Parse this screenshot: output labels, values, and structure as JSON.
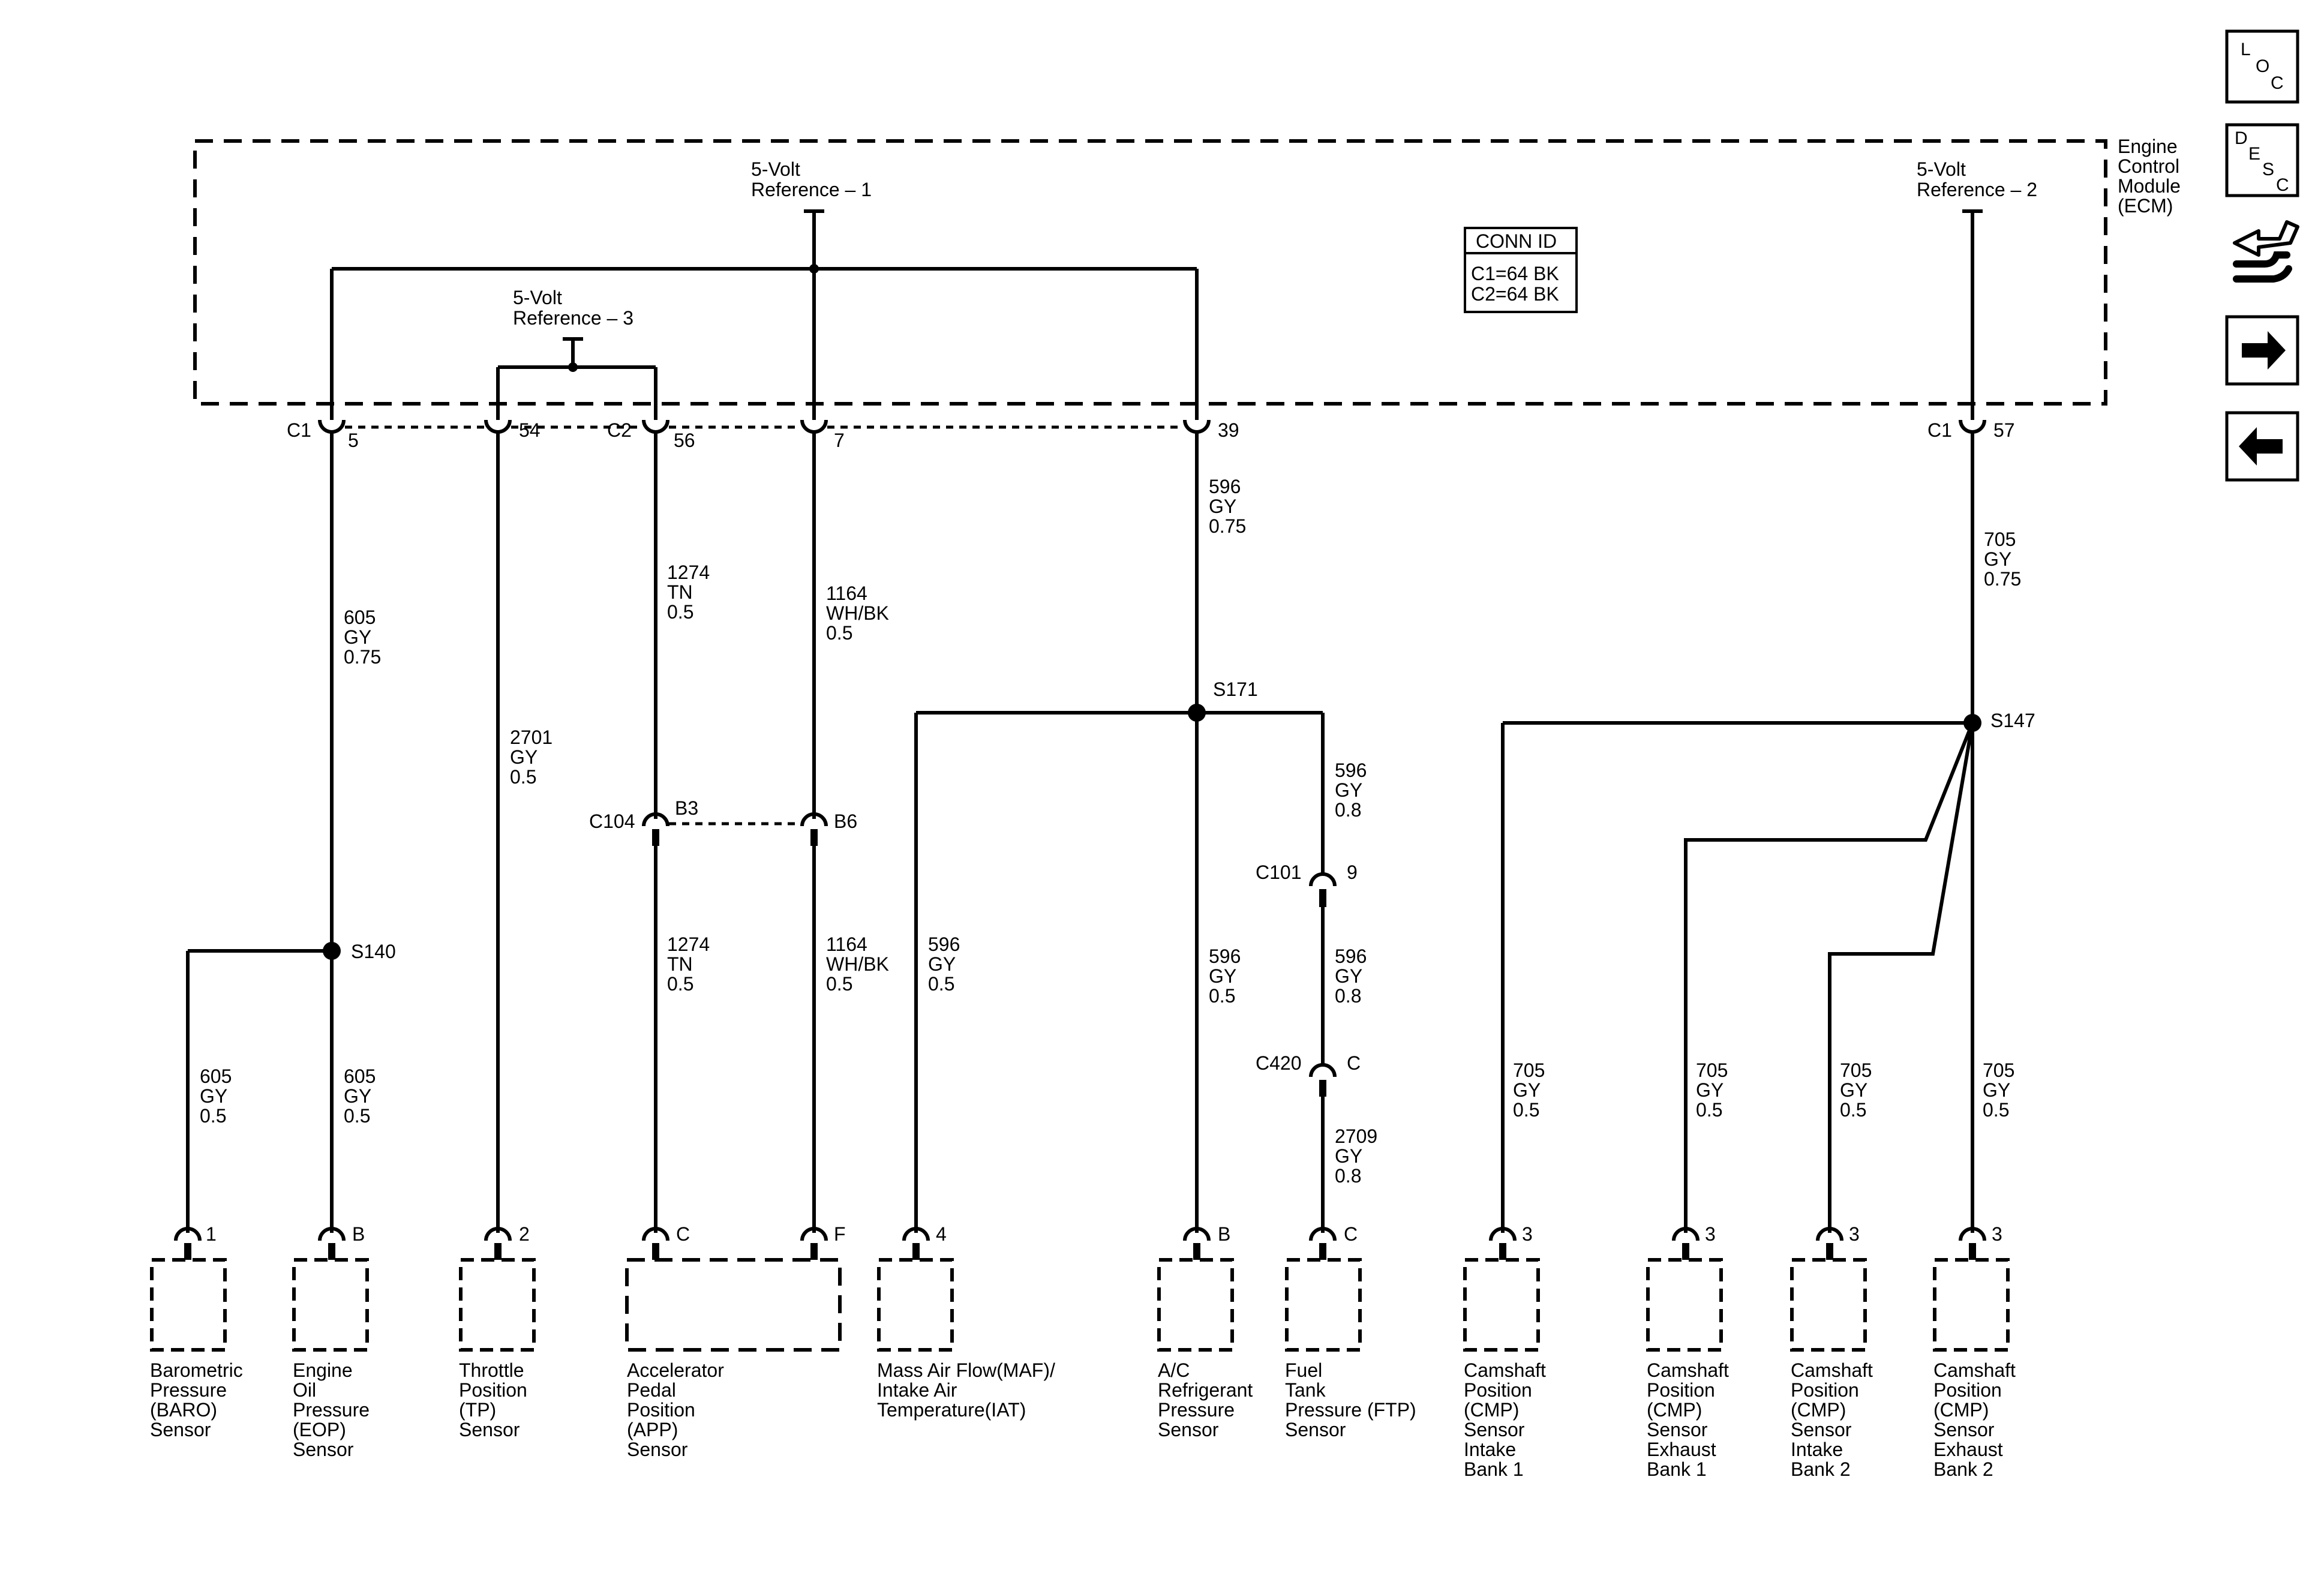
{
  "ecm": {
    "name_lines": [
      "Engine",
      "Control",
      "Module",
      "(ECM)"
    ],
    "ref1_lines": [
      "5-Volt",
      "Reference – 1"
    ],
    "ref2_lines": [
      "5-Volt",
      "Reference – 2"
    ],
    "ref3_lines": [
      "5-Volt",
      "Reference – 3"
    ],
    "conn_id_title": "CONN ID",
    "conn_id_lines": [
      "C1=64 BK",
      "C2=64 BK"
    ]
  },
  "ecm_pins": {
    "c1_label": "C1",
    "c2_label": "C2",
    "c1b_label": "C1",
    "p5": "5",
    "p54": "54",
    "p56": "56",
    "p7": "7",
    "p39": "39",
    "p57": "57"
  },
  "wires": {
    "w605_top": [
      "605",
      "GY",
      "0.75"
    ],
    "w2701": [
      "2701",
      "GY",
      "0.5"
    ],
    "w1274_top": [
      "1274",
      "TN",
      "0.5"
    ],
    "w1164_top": [
      "1164",
      "WH/BK",
      "0.5"
    ],
    "w596_top": [
      "596",
      "GY",
      "0.75"
    ],
    "w705_top": [
      "705",
      "GY",
      "0.75"
    ],
    "w596_fuel_a": [
      "596",
      "GY",
      "0.8"
    ],
    "w596_fuel_b": [
      "596",
      "GY",
      "0.8"
    ],
    "w2709": [
      "2709",
      "GY",
      "0.8"
    ],
    "w1274_bot": [
      "1274",
      "TN",
      "0.5"
    ],
    "w1164_bot": [
      "1164",
      "WH/BK",
      "0.5"
    ],
    "w596_maf": [
      "596",
      "GY",
      "0.5"
    ],
    "w596_ac": [
      "596",
      "GY",
      "0.5"
    ],
    "w605_baro": [
      "605",
      "GY",
      "0.5"
    ],
    "w605_eop": [
      "605",
      "GY",
      "0.5"
    ],
    "w705_a": [
      "705",
      "GY",
      "0.5"
    ],
    "w705_b": [
      "705",
      "GY",
      "0.5"
    ],
    "w705_c": [
      "705",
      "GY",
      "0.5"
    ],
    "w705_d": [
      "705",
      "GY",
      "0.5"
    ]
  },
  "splices": {
    "s140": "S140",
    "s171": "S171",
    "s147": "S147"
  },
  "inline": {
    "c104": "C104",
    "b3": "B3",
    "b6": "B6",
    "c101": "C101",
    "c101_pin": "9",
    "c420": "C420",
    "c420_pin": "C"
  },
  "components": [
    {
      "pin": "1",
      "lines": [
        "Barometric",
        "Pressure",
        "(BARO)",
        "Sensor"
      ]
    },
    {
      "pin": "B",
      "lines": [
        "Engine",
        "Oil",
        "Pressure",
        "(EOP)",
        "Sensor"
      ]
    },
    {
      "pin": "2",
      "lines": [
        "Throttle",
        "Position",
        "(TP)",
        "Sensor"
      ]
    },
    {
      "pin": "C",
      "pin2": "F",
      "lines": [
        "Accelerator",
        "Pedal",
        "Position",
        "(APP)",
        "Sensor"
      ]
    },
    {
      "pin": "4",
      "lines": [
        "Mass Air Flow(MAF)/",
        "Intake Air",
        "Temperature(IAT)"
      ]
    },
    {
      "pin": "B",
      "lines": [
        "A/C",
        "Refrigerant",
        "Pressure",
        "Sensor"
      ]
    },
    {
      "pin": "C",
      "lines": [
        "Fuel",
        "Tank",
        "Pressure (FTP)",
        "Sensor"
      ]
    },
    {
      "pin": "3",
      "lines": [
        "Camshaft",
        "Position",
        "(CMP)",
        "Sensor",
        "Intake",
        "Bank 1"
      ]
    },
    {
      "pin": "3",
      "lines": [
        "Camshaft",
        "Position",
        "(CMP)",
        "Sensor",
        "Exhaust",
        "Bank 1"
      ]
    },
    {
      "pin": "3",
      "lines": [
        "Camshaft",
        "Position",
        "(CMP)",
        "Sensor",
        "Intake",
        "Bank 2"
      ]
    },
    {
      "pin": "3",
      "lines": [
        "Camshaft",
        "Position",
        "(CMP)",
        "Sensor",
        "Exhaust",
        "Bank 2"
      ]
    }
  ],
  "nav": {
    "loc": {
      "a": "L",
      "b": "O",
      "c": "C"
    },
    "desc": {
      "a": "D",
      "b": "E",
      "c": "S",
      "d": "C"
    },
    "buttons": [
      "loc-icon",
      "desc-icon",
      "connector-wrench-icon",
      "arrow-right-icon",
      "arrow-left-icon"
    ]
  }
}
